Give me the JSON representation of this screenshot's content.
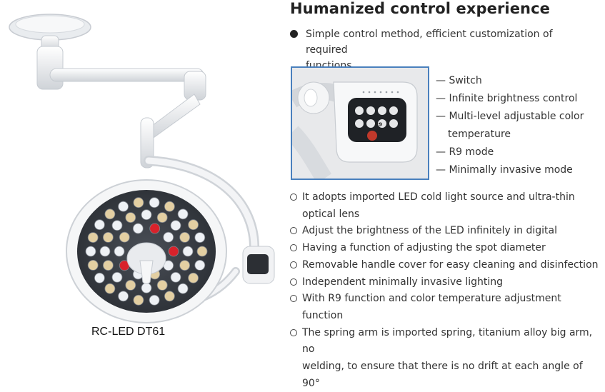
{
  "product_caption": "RC-LED DT61",
  "heading": "Humanized control experience",
  "intro": {
    "line1": "Simple control method, efficient customization of required",
    "line2": "functions"
  },
  "control_panel_features": [
    {
      "text": "— Switch"
    },
    {
      "text": "— Infinite brightness control"
    },
    {
      "text": "— Multi-level adjustable color",
      "cont": "temperature"
    },
    {
      "text": "— R9 mode"
    },
    {
      "text": "— Minimally invasive mode"
    }
  ],
  "panel_button_label": "R9",
  "bullets": [
    {
      "line1": "It adopts imported LED cold light source and ultra-thin",
      "line2": "optical lens"
    },
    {
      "line1": "Adjust the brightness of the LED infinitely in digital"
    },
    {
      "line1": "Having a function of adjusting the spot diameter"
    },
    {
      "line1": "Removable handle cover for easy cleaning and disinfection"
    },
    {
      "line1": "Independent minimally invasive lighting"
    },
    {
      "line1": "With R9 function and color temperature adjustment function"
    },
    {
      "line1": "The spring arm is imported spring, titanium alloy big arm, no",
      "line2": "welding, to ensure that there is no drift at each angle of 90°"
    }
  ],
  "colors": {
    "panel_border": "#4a80bd",
    "led_warm": "#e3cfa2",
    "led_cool": "#eef1f5",
    "led_red": "#d8222b"
  }
}
